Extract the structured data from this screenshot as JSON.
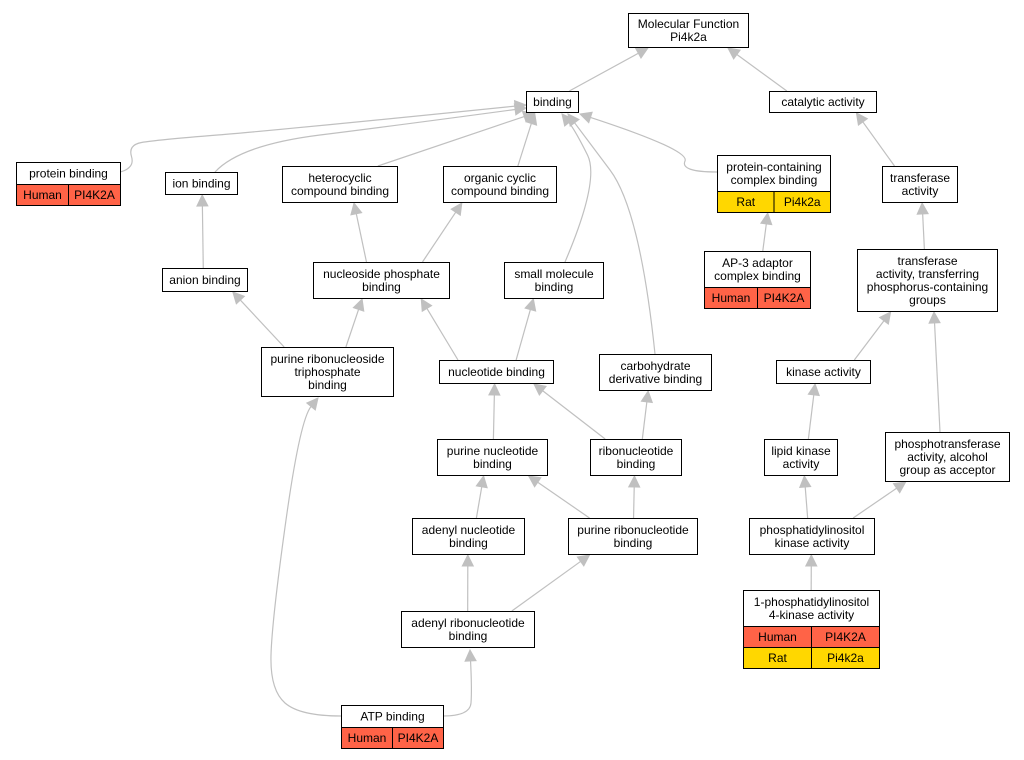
{
  "colors": {
    "human": "#FF6347",
    "rat": "#FFD700",
    "edge": "#C0C0C0"
  },
  "nodes": {
    "molecular_function": {
      "lines": [
        "Molecular Function",
        "Pi4k2a"
      ]
    },
    "binding": {
      "lines": [
        "binding"
      ]
    },
    "catalytic_activity": {
      "lines": [
        "catalytic activity"
      ]
    },
    "protein_binding": {
      "lines": [
        "protein binding"
      ],
      "tags": [
        {
          "species": "Human",
          "gene": "PI4K2A"
        }
      ]
    },
    "ion_binding": {
      "lines": [
        "ion binding"
      ]
    },
    "heterocyclic_compound_binding": {
      "lines": [
        "heterocyclic",
        "compound binding"
      ]
    },
    "organic_cyclic_compound_binding": {
      "lines": [
        "organic cyclic",
        "compound binding"
      ]
    },
    "protein_containing_complex_binding": {
      "lines": [
        "protein-containing",
        "complex binding"
      ],
      "tags": [
        {
          "species": "Rat",
          "gene": "Pi4k2a"
        }
      ]
    },
    "transferase_activity": {
      "lines": [
        "transferase",
        "activity"
      ]
    },
    "anion_binding": {
      "lines": [
        "anion binding"
      ]
    },
    "nucleoside_phosphate_binding": {
      "lines": [
        "nucleoside phosphate",
        "binding"
      ]
    },
    "small_molecule_binding": {
      "lines": [
        "small molecule",
        "binding"
      ]
    },
    "ap3_adaptor_complex_binding": {
      "lines": [
        "AP-3 adaptor",
        "complex binding"
      ],
      "tags": [
        {
          "species": "Human",
          "gene": "PI4K2A"
        }
      ]
    },
    "transferase_phosphorus": {
      "lines": [
        "transferase",
        "activity, transferring",
        "phosphorus-containing",
        "groups"
      ]
    },
    "purine_ribonucleoside_triphosphate_binding": {
      "lines": [
        "purine ribonucleoside",
        "triphosphate",
        "binding"
      ]
    },
    "nucleotide_binding": {
      "lines": [
        "nucleotide binding"
      ]
    },
    "carbohydrate_derivative_binding": {
      "lines": [
        "carbohydrate",
        "derivative binding"
      ]
    },
    "kinase_activity": {
      "lines": [
        "kinase activity"
      ]
    },
    "purine_nucleotide_binding": {
      "lines": [
        "purine nucleotide",
        "binding"
      ]
    },
    "ribonucleotide_binding": {
      "lines": [
        "ribonucleotide",
        "binding"
      ]
    },
    "lipid_kinase_activity": {
      "lines": [
        "lipid kinase",
        "activity"
      ]
    },
    "phosphotransferase_alcohol": {
      "lines": [
        "phosphotransferase",
        "activity, alcohol",
        "group as acceptor"
      ]
    },
    "adenyl_nucleotide_binding": {
      "lines": [
        "adenyl nucleotide",
        "binding"
      ]
    },
    "purine_ribonucleotide_binding": {
      "lines": [
        "purine ribonucleotide",
        "binding"
      ]
    },
    "phosphatidylinositol_kinase_activity": {
      "lines": [
        "phosphatidylinositol",
        "kinase activity"
      ]
    },
    "adenyl_ribonucleotide_binding": {
      "lines": [
        "adenyl ribonucleotide",
        "binding"
      ]
    },
    "pi4k_activity": {
      "lines": [
        "1-phosphatidylinositol",
        "4-kinase activity"
      ],
      "tags": [
        {
          "species": "Human",
          "gene": "PI4K2A"
        },
        {
          "species": "Rat",
          "gene": "Pi4k2a"
        }
      ]
    },
    "atp_binding": {
      "lines": [
        "ATP binding"
      ],
      "tags": [
        {
          "species": "Human",
          "gene": "PI4K2A"
        }
      ]
    }
  },
  "edges": [
    [
      "binding",
      "molecular_function"
    ],
    [
      "catalytic_activity",
      "molecular_function"
    ],
    [
      "protein_binding",
      "binding"
    ],
    [
      "ion_binding",
      "binding"
    ],
    [
      "heterocyclic_compound_binding",
      "binding"
    ],
    [
      "organic_cyclic_compound_binding",
      "binding"
    ],
    [
      "small_molecule_binding",
      "binding"
    ],
    [
      "carbohydrate_derivative_binding",
      "binding"
    ],
    [
      "protein_containing_complex_binding",
      "binding"
    ],
    [
      "transferase_activity",
      "catalytic_activity"
    ],
    [
      "anion_binding",
      "ion_binding"
    ],
    [
      "nucleoside_phosphate_binding",
      "heterocyclic_compound_binding"
    ],
    [
      "nucleoside_phosphate_binding",
      "organic_cyclic_compound_binding"
    ],
    [
      "ap3_adaptor_complex_binding",
      "protein_containing_complex_binding"
    ],
    [
      "transferase_phosphorus",
      "transferase_activity"
    ],
    [
      "purine_ribonucleoside_triphosphate_binding",
      "anion_binding"
    ],
    [
      "purine_ribonucleoside_triphosphate_binding",
      "nucleoside_phosphate_binding"
    ],
    [
      "nucleotide_binding",
      "nucleoside_phosphate_binding"
    ],
    [
      "nucleotide_binding",
      "small_molecule_binding"
    ],
    [
      "kinase_activity",
      "transferase_phosphorus"
    ],
    [
      "phosphotransferase_alcohol",
      "transferase_phosphorus"
    ],
    [
      "purine_nucleotide_binding",
      "nucleotide_binding"
    ],
    [
      "ribonucleotide_binding",
      "nucleotide_binding"
    ],
    [
      "ribonucleotide_binding",
      "carbohydrate_derivative_binding"
    ],
    [
      "lipid_kinase_activity",
      "kinase_activity"
    ],
    [
      "adenyl_nucleotide_binding",
      "purine_nucleotide_binding"
    ],
    [
      "purine_ribonucleotide_binding",
      "purine_nucleotide_binding"
    ],
    [
      "purine_ribonucleotide_binding",
      "ribonucleotide_binding"
    ],
    [
      "phosphatidylinositol_kinase_activity",
      "lipid_kinase_activity"
    ],
    [
      "phosphatidylinositol_kinase_activity",
      "phosphotransferase_alcohol"
    ],
    [
      "adenyl_ribonucleotide_binding",
      "adenyl_nucleotide_binding"
    ],
    [
      "adenyl_ribonucleotide_binding",
      "purine_ribonucleotide_binding"
    ],
    [
      "pi4k_activity",
      "phosphatidylinositol_kinase_activity"
    ],
    [
      "atp_binding",
      "adenyl_ribonucleotide_binding"
    ],
    [
      "atp_binding",
      "purine_ribonucleoside_triphosphate_binding"
    ]
  ]
}
